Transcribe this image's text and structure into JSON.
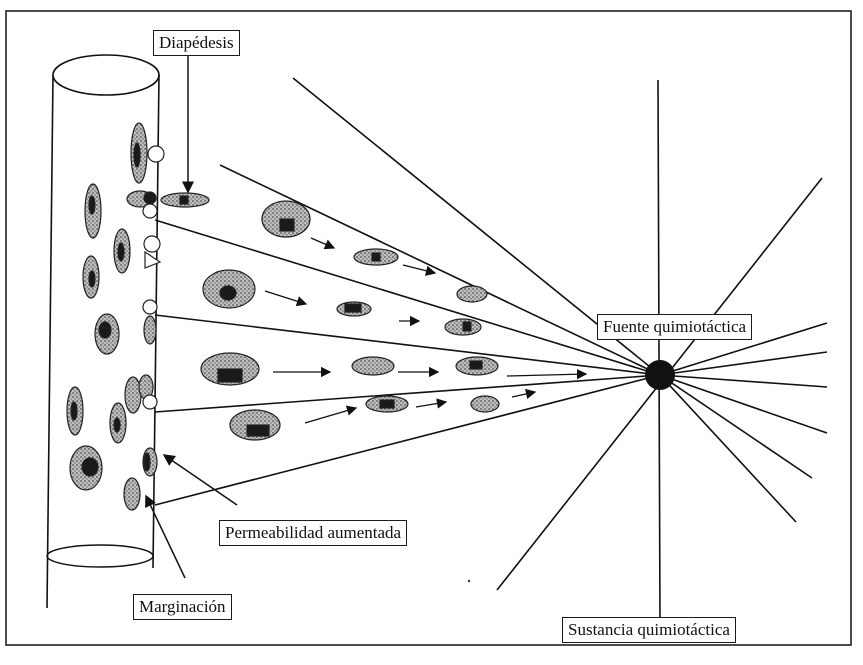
{
  "diagram": {
    "labels": {
      "diapedesis": "Diapédesis",
      "fuente": "Fuente quimiotáctica",
      "permeabilidad": "Permeabilidad aumentada",
      "marginacion": "Marginación",
      "sustancia": "Sustancia quimiotáctica"
    },
    "colors": {
      "stroke": "#111111",
      "cell_fill": "#a9a9a9",
      "nucleus": "#1a1a1a",
      "background": "#ffffff"
    }
  }
}
